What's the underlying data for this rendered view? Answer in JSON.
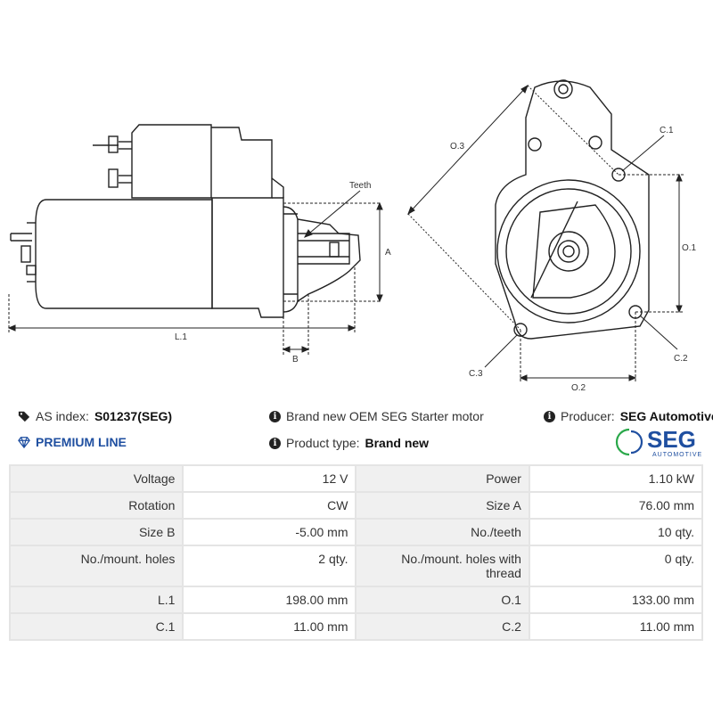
{
  "drawing": {
    "labels": {
      "teeth": "Teeth",
      "a": "A",
      "l1": "L.1",
      "b": "B",
      "o3": "O.3",
      "o1": "O.1",
      "o2": "O.2",
      "c1": "C.1",
      "c2": "C.2",
      "c3": "C.3"
    }
  },
  "info": {
    "as_index_label": "AS index:",
    "as_index_value": "S01237(SEG)",
    "premium_line": "PREMIUM LINE",
    "description": "Brand new OEM SEG Starter motor",
    "product_type_label": "Product type:",
    "product_type_value": "Brand new",
    "producer_label": "Producer:",
    "producer_value": "SEG Automotive"
  },
  "logo": {
    "name": "SEG",
    "sub": "AUTOMOTIVE",
    "color": "#1f4fa0",
    "arc_color": "#2aa84a"
  },
  "specs": [
    [
      {
        "label": "Voltage",
        "value": "12 V"
      },
      {
        "label": "Power",
        "value": "1.10 kW"
      }
    ],
    [
      {
        "label": "Rotation",
        "value": "CW"
      },
      {
        "label": "Size A",
        "value": "76.00 mm"
      }
    ],
    [
      {
        "label": "Size B",
        "value": "-5.00 mm"
      },
      {
        "label": "No./teeth",
        "value": "10 qty."
      }
    ],
    [
      {
        "label": "No./mount. holes",
        "value": "2 qty."
      },
      {
        "label": "No./mount. holes with thread",
        "value": "0 qty."
      }
    ],
    [
      {
        "label": "L.1",
        "value": "198.00 mm"
      },
      {
        "label": "O.1",
        "value": "133.00 mm"
      }
    ],
    [
      {
        "label": "C.1",
        "value": "11.00 mm"
      },
      {
        "label": "C.2",
        "value": "11.00 mm"
      }
    ]
  ]
}
